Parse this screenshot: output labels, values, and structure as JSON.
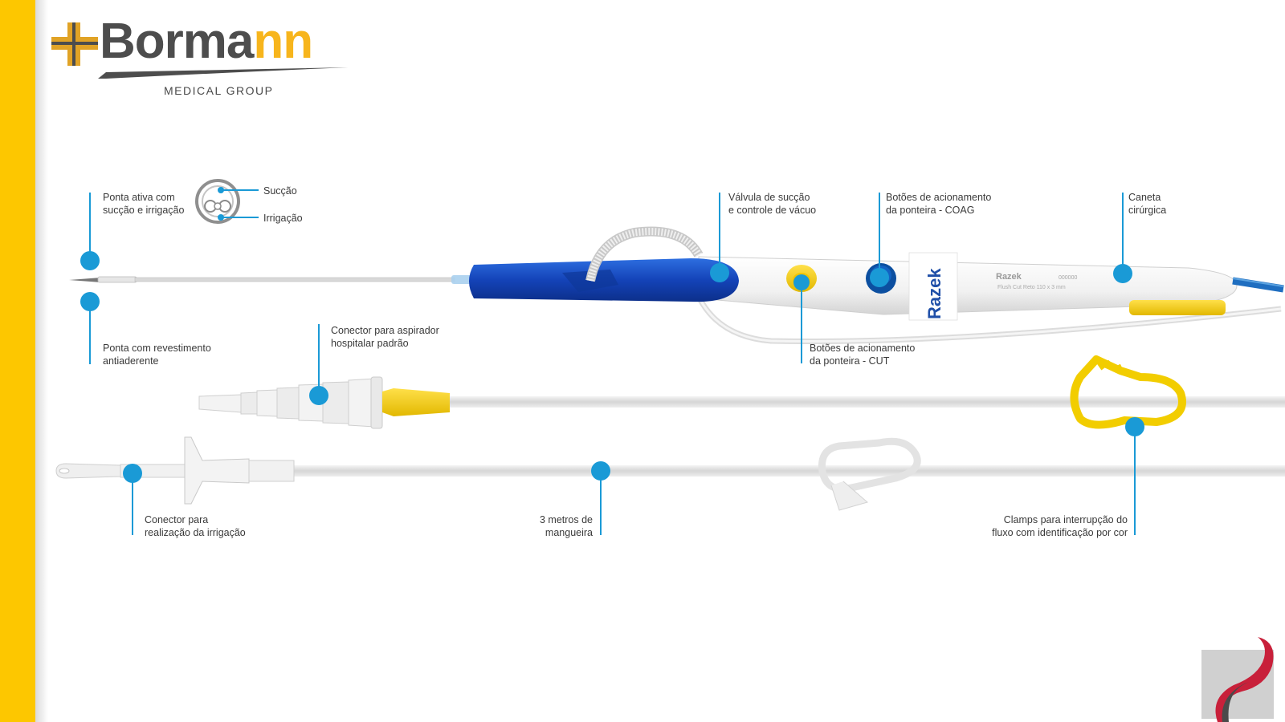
{
  "brand": {
    "name_part1": "Borma",
    "name_part2": "nn",
    "tagline": "MEDICAL GROUP",
    "colors": {
      "yellow": "#fdc700",
      "gold": "#f7b51c",
      "gray": "#4d4d4d",
      "blue": "#0a8fd0",
      "cross_bg": "#e1a326"
    }
  },
  "device": {
    "pen_brand": "Razek",
    "pen_brand_small": "Razek",
    "pen_code": "000000",
    "pen_model": "Flush Cut Reto 110 x 3 mm"
  },
  "labels": {
    "ponta_ativa": "Ponta ativa com\nsucção e irrigação",
    "succao": "Sucção",
    "irrigacao": "Irrigação",
    "valvula": "Válvula de sucção\ne controle de vácuo",
    "botoes_coag": "Botões de acionamento\nda ponteira - COAG",
    "caneta": "Caneta\ncirúrgica",
    "revestimento": "Ponta com revestimento\nantiaderente",
    "conector_aspirador": "Conector para aspirador\nhospitalar padrão",
    "botoes_cut": "Botões de acionamento\nda ponteira - CUT",
    "conector_irrigacao": "Conector para\nrealização da irrigação",
    "mangueira": "3 metros de\nmangueira",
    "clamps": "Clamps para interrupção do\nfluxo com identificação por cor"
  }
}
